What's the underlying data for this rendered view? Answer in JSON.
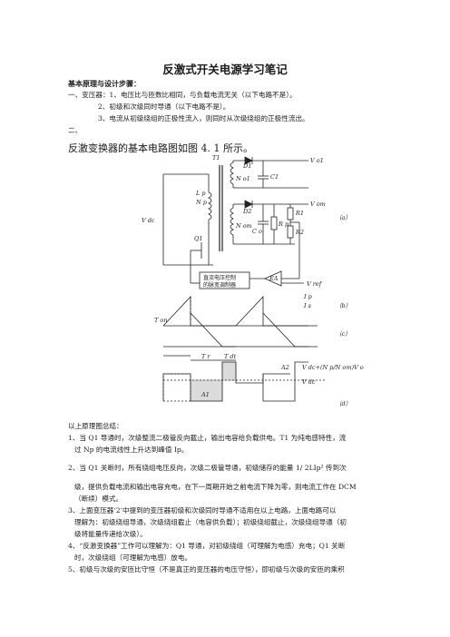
{
  "title": "反激式开关电源学习笔记",
  "section_heading": "基本原理与设计步骤：",
  "steps": [
    "一、变压器：1、电压比与匝数比相同，与负载电流无关（以下电路不是）。",
    "2、初级和次级同时导通（以下电路不是）。",
    "3、电流从初级绕组的正极性流入，则同时从次级绕组的正极性流出。",
    "二、"
  ],
  "figure_caption": "反激变换器的基本电路图如图 4. 1 所示。",
  "figure": {
    "labels": {
      "t1": "T1",
      "d1": "D1",
      "vo1": "V o1",
      "n01": "N o1",
      "c1": "C1",
      "lp": "L p",
      "np": "N p",
      "vdc": "V dc",
      "d2": "D2",
      "vom": "V om",
      "r1": "R1",
      "r2": "R2",
      "rp": "R p",
      "co": "C o",
      "nom": "N om",
      "q1": "Q1",
      "a": "（a）",
      "b": "（b）",
      "c": "（c）",
      "d": "（d）",
      "ea": "EA",
      "vref": "V ref",
      "pwm_line1": "直流电压控制",
      "pwm_line2": "的脉宽调制器",
      "ip": "I p",
      "is": "I s",
      "ton": "T on",
      "tr": "T r",
      "tdt": "T dt",
      "a1": "A1",
      "a2": "A2",
      "v_top": "V dc+(N p/N om)V o",
      "v_dc": "V dc"
    }
  },
  "summary_heading": "以上原理图总结：",
  "notes": [
    "1、当 Q1 导通时，次级整流二极管反向截止，输出电容给负载供电。T1 为纯电感特性，流",
    "过 Np 的电流线性上升达到峰值 Ip。",
    "2、当 Q1 关断时，所有绕组电压反向，次级二极管导通，初级储存的能量 1/ 2LIp² 传到次",
    "级，提供负载电流和输出电容充电，在下一周期开始之前电流下降为零，则电流工作在 DCM",
    "（断续）模式。",
    "3、上面变压器‘2’中提到的变压器初级和次级同时导通不适用在以上电路，上面电路可以",
    "理解为：初级绕组导通，次级绕组截止（电容供负载）；初级绕组截止，次级绕组导通（初",
    "级将能量传递给次级）。",
    "4、“反激变换器”工作可以理解为：Q1 导通，对初级绕组（可理解为电感）充电；Q1 关断",
    "时，次级绕组（可理解为电感）放电。",
    "5、初级与次级的安匝比守恒（不是真正的变压器的电压守恒），即初级与次级的安匝的乘积"
  ]
}
